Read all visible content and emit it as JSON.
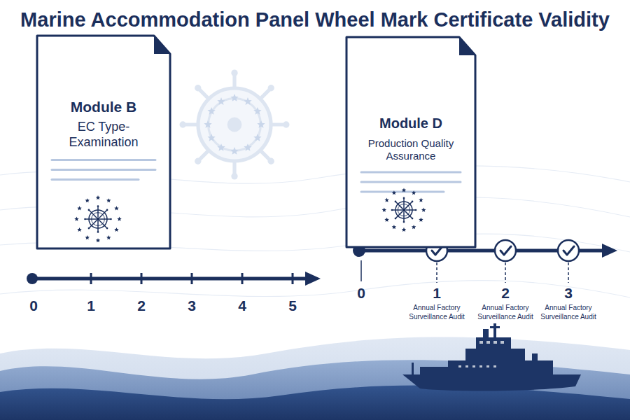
{
  "diagram": {
    "title": "Marine Accommodation Panel Wheel Mark Certificate Validity",
    "nodes": [
      {
        "text": [
          "Module B",
          "EC Type-Examination"
        ]
      },
      {
        "text": [
          "Module D",
          "Production Quality Assurance"
        ]
      }
    ],
    "labels": [
      "0",
      "1",
      "2",
      "3",
      "4",
      "5",
      "0",
      "1",
      "2",
      "3",
      "Annual Factory Surveillance Audit",
      "Annual Factory Surveillance Audit",
      "Annual Factory Surveillance Audit"
    ]
  }
}
